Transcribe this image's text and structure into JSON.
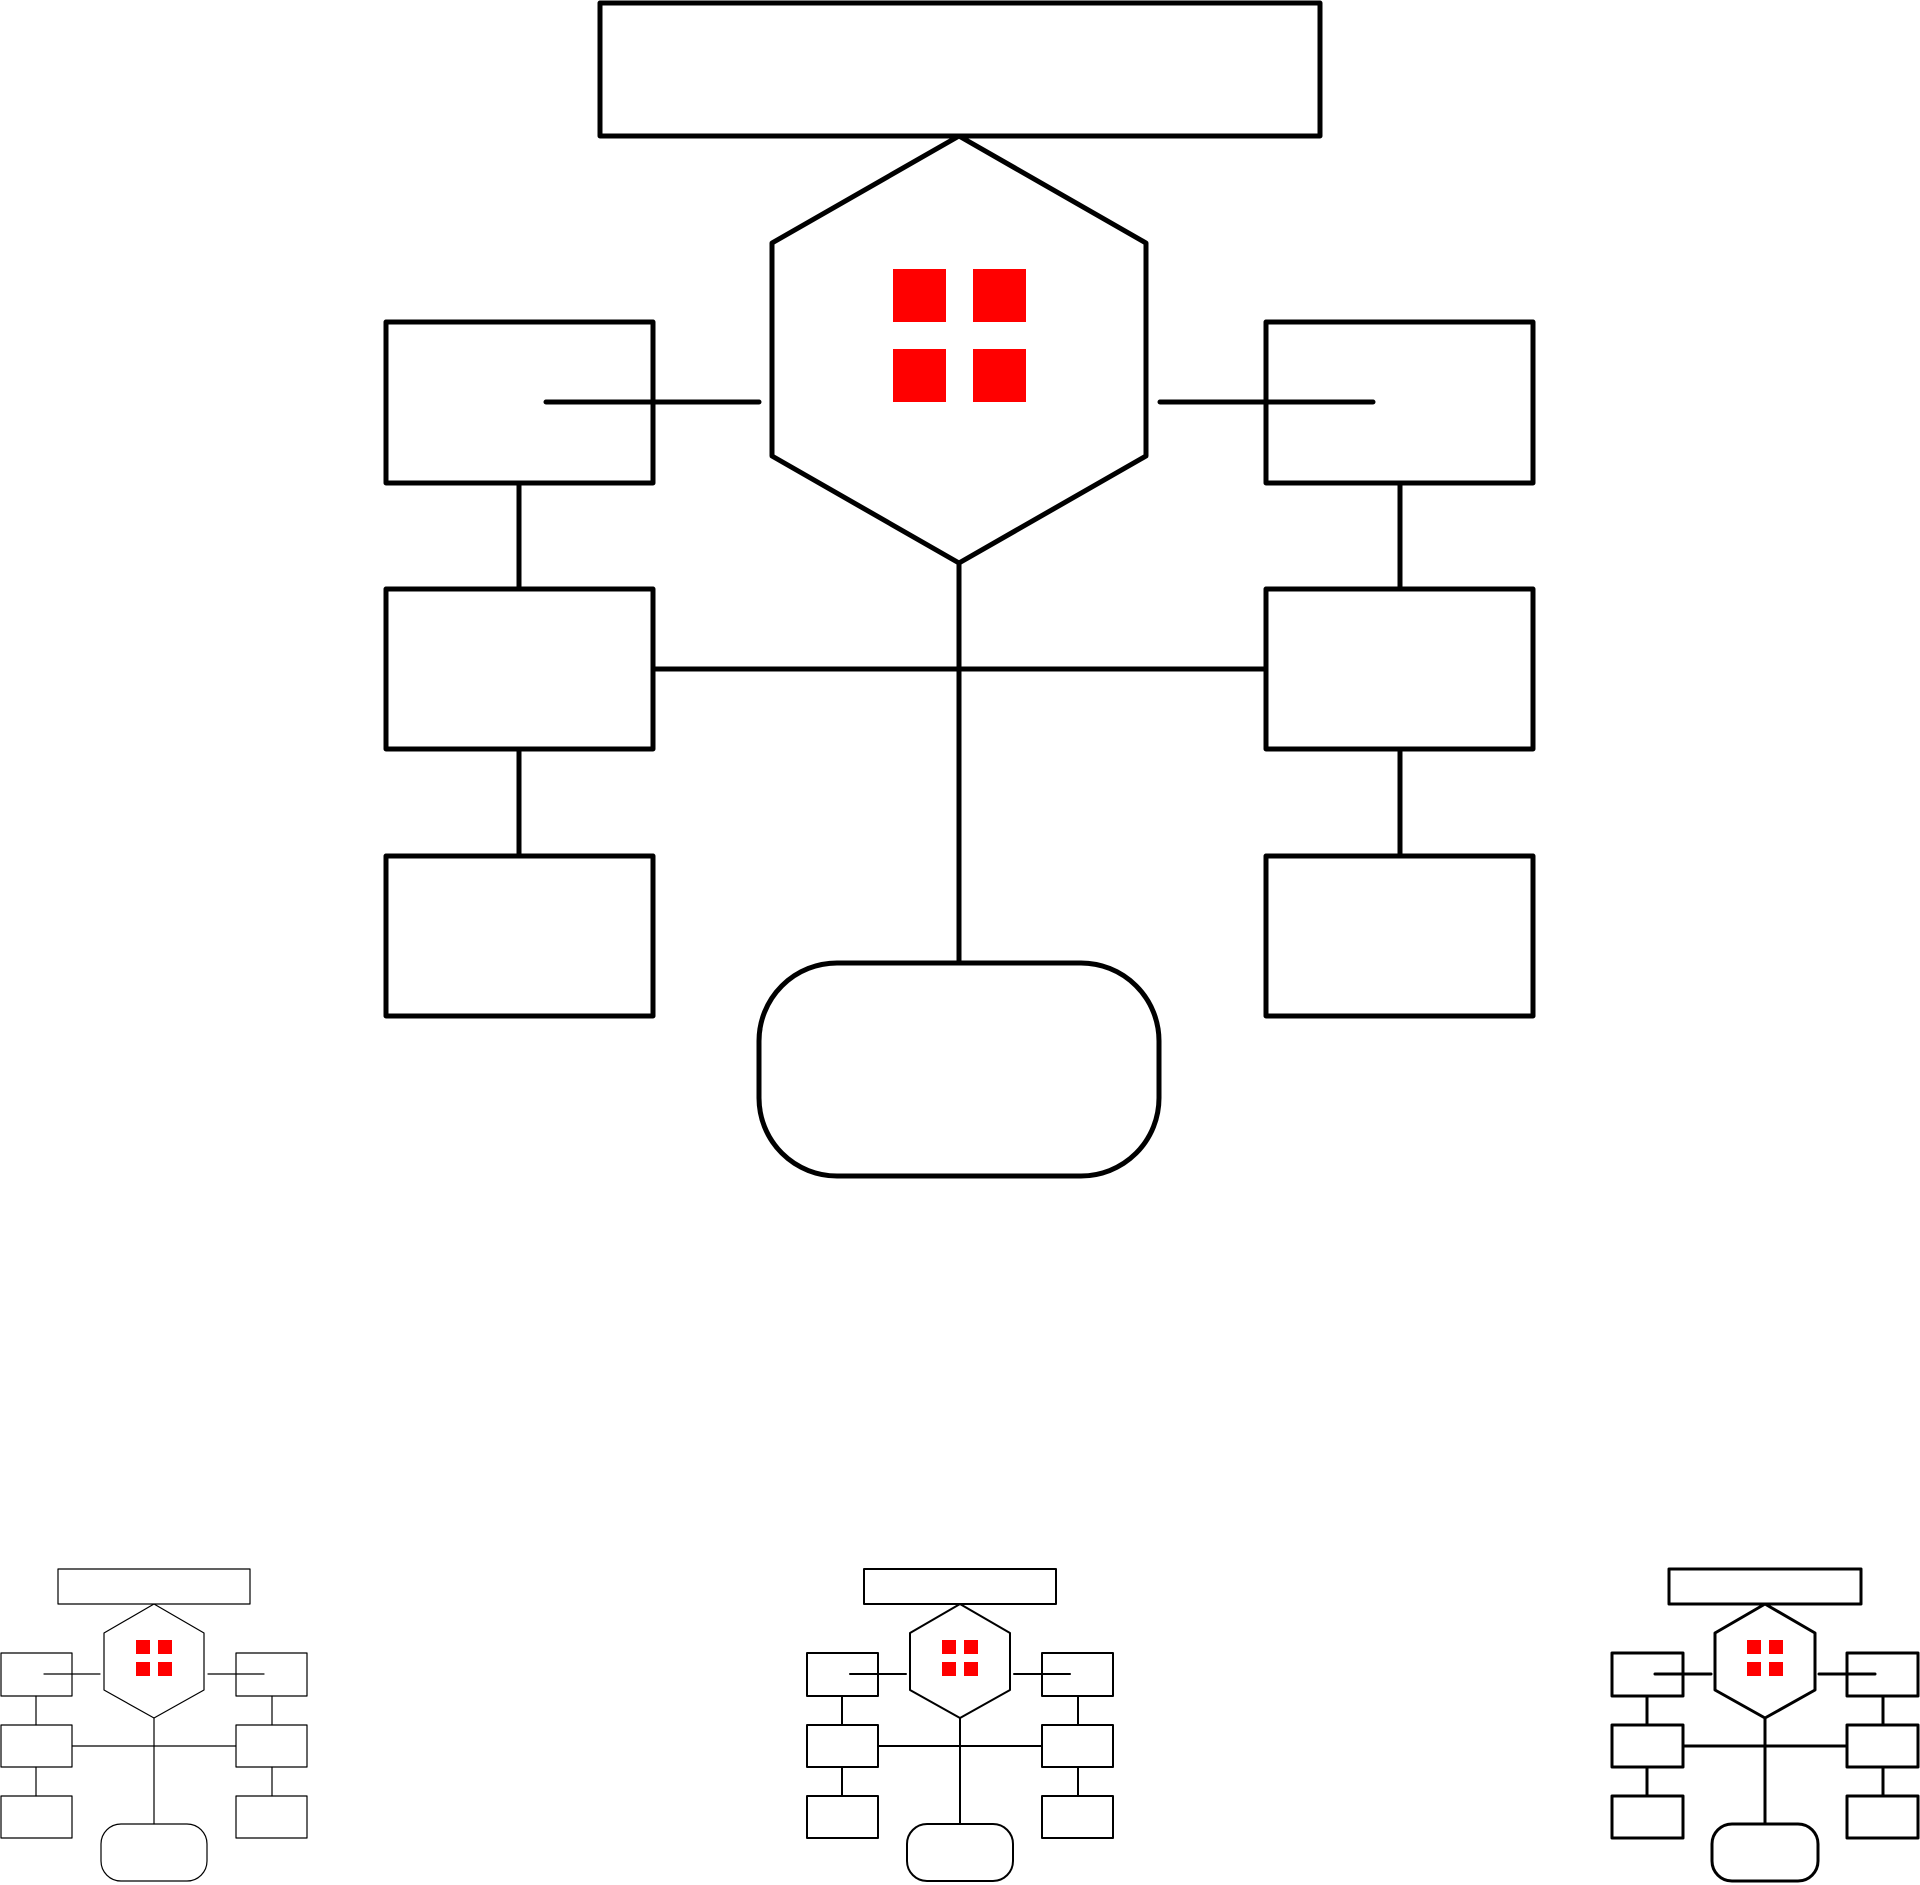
{
  "icon": {
    "name": "flowchart-icon",
    "stroke_color": "#000000",
    "accent_color": "#ff0000",
    "background_color": "#ffffff"
  },
  "variants": [
    {
      "name": "large-bold",
      "weight": "bold"
    },
    {
      "name": "thin",
      "weight": "thin"
    },
    {
      "name": "regular",
      "weight": "regular"
    },
    {
      "name": "bold",
      "weight": "bold"
    }
  ]
}
